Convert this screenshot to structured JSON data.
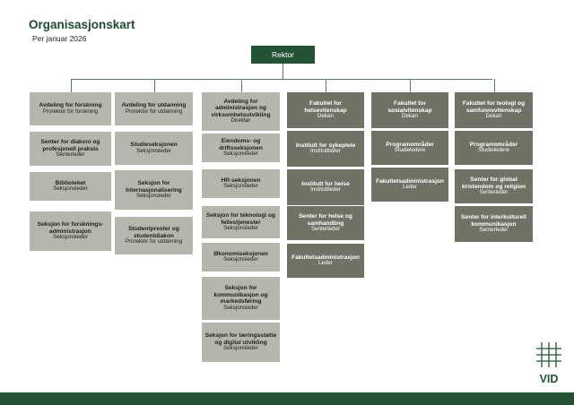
{
  "title": "Organisasjonskart",
  "subtitle": "Per januar 2026",
  "top": "Rektor",
  "logo_text": "VID",
  "colors": {
    "primary": "#245234",
    "light_box": "#b4b7ab",
    "dark_box": "#6f7264"
  },
  "columns": [
    [
      {
        "name": "Avdeling for forskning",
        "role": "Prorektor for forskning"
      },
      {
        "name": "Senter for diakoni og profesjonell praksis",
        "role": "Senterleder"
      },
      {
        "name": "Biblioteket",
        "role": "Seksjonsleder"
      },
      {
        "name": "Seksjon for forsknings-administrasjon",
        "role": "Seksjonsleder"
      }
    ],
    [
      {
        "name": "Avdeling for utdanning",
        "role": "Prorektor for utdanning"
      },
      {
        "name": "Studieseksjonen",
        "role": "Seksjonsleder"
      },
      {
        "name": "Seksjon for Internasjonalisering",
        "role": "Seksjonsleder"
      },
      {
        "name": "Studentprester og studentdiakon",
        "role": "Prorektor for utdanning"
      }
    ],
    [
      {
        "name": "Avdeling for administrasjon og virksomhetsutvikling",
        "role": "Direktør"
      },
      {
        "name": "Eiendoms- og driftsseksjonen",
        "role": "Seksjonsleder"
      },
      {
        "name": "HR-seksjonen",
        "role": "Seksjonsleder"
      },
      {
        "name": "Seksjon for teknologi og fellestjenester",
        "role": "Seksjonsleder"
      },
      {
        "name": "Økonomiseksjonen",
        "role": "Seksjonsleder"
      },
      {
        "name": "Seksjon for kommunikasjon og markedsføring",
        "role": "Seksjonsleder"
      },
      {
        "name": "Seksjon for læringsstøtte og digital utvikling",
        "role": "Seksjonsleder"
      }
    ],
    [
      {
        "name": "Fakultet for helsevitenskap",
        "role": "Dekan"
      },
      {
        "name": "Institutt for sykepleie",
        "role": "Instituttleder"
      },
      {
        "name": "Institutt for helse",
        "role": "Instituttleder"
      },
      {
        "name": "Senter for helse og samhandling",
        "role": "Senterleder"
      },
      {
        "name": "Fakultetsadministrasjon",
        "role": "Leder"
      }
    ],
    [
      {
        "name": "Fakultet for sosialvitenskap",
        "role": "Dekan"
      },
      {
        "name": "Programområder",
        "role": "Studieledere"
      },
      {
        "name": "Fakultetsadministrasjon",
        "role": "Leder"
      }
    ],
    [
      {
        "name": "Fakultet for teologi og samfunnsvitenskap",
        "role": "Dekan"
      },
      {
        "name": "Programområder",
        "role": "Studieledere"
      },
      {
        "name": "Senter for global kristendom og religion",
        "role": "Senterleder"
      },
      {
        "name": "Senter for interkulturell kommunikasjon",
        "role": "Senterleder"
      }
    ]
  ]
}
